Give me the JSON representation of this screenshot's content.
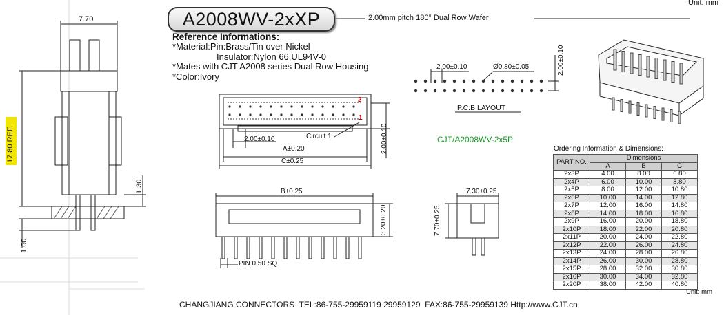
{
  "header": {
    "part_number": "A2008WV-2xXP",
    "subtitle": "2.00mm pitch 180° Dual Row Wafer",
    "unit_top": "Unit: mm"
  },
  "reference": {
    "heading": "Reference Informations:",
    "lines": [
      "*Material:Pin:Brass/Tin over Nickel",
      "Insulator:Nylon 66,UL94V-0",
      "*Mates with CJT A2008 series Dual Row Housing",
      "*Color:Ivory"
    ]
  },
  "dims": {
    "side_width": "7.70",
    "side_height": "17.80 REF.",
    "side_h1": "1.30",
    "side_h2": "1.60",
    "pitch_top": "2.00±0.10",
    "circuit": "Circuit 1",
    "pin2": "2",
    "pin1": "1",
    "dim_a": "A±0.20",
    "dim_c": "C±0.25",
    "dim_h_top": "2.00±0.10",
    "dim_b": "B±0.25",
    "dim_h_front": "3.20±0.20",
    "pin_size": "PIN 0.50 SQ",
    "end_width": "7.30±0.25",
    "end_height": "7.70±0.25",
    "pcb_pitch": "2.00±0.10",
    "pcb_hole": "Ø0.80±0.05",
    "pcb_vpitch": "2.00±0.10",
    "pcb_label": "P.C.B LAYOUT"
  },
  "model_label": "CJT/A2008WV-2x5P",
  "ordering": {
    "title": "Ordering Information & Dimensions:",
    "col_part": "PART NO.",
    "col_dim": "Dimensions",
    "cols": [
      "A",
      "B",
      "C"
    ],
    "rows": [
      [
        "2x3P",
        "4.00",
        "8.00",
        "6.80"
      ],
      [
        "2x4P",
        "6.00",
        "10.00",
        "8.80"
      ],
      [
        "2x5P",
        "8.00",
        "12.00",
        "10.80"
      ],
      [
        "2x6P",
        "10.00",
        "14.00",
        "12.80"
      ],
      [
        "2x7P",
        "12.00",
        "16.00",
        "14.80"
      ],
      [
        "2x8P",
        "14.00",
        "18.00",
        "16.80"
      ],
      [
        "2x9P",
        "16.00",
        "20.00",
        "18.80"
      ],
      [
        "2x10P",
        "18.00",
        "22.00",
        "20.80"
      ],
      [
        "2x11P",
        "20.00",
        "24.00",
        "22.80"
      ],
      [
        "2x12P",
        "22.00",
        "26.00",
        "24.80"
      ],
      [
        "2x13P",
        "24.00",
        "28.00",
        "26.80"
      ],
      [
        "2x14P",
        "26.00",
        "30.00",
        "28.80"
      ],
      [
        "2x15P",
        "28.00",
        "32.00",
        "30.80"
      ],
      [
        "2x16P",
        "30.00",
        "34.00",
        "32.80"
      ],
      [
        "2x20P",
        "38.00",
        "42.00",
        "40.80"
      ]
    ],
    "unit": "Unit: mm"
  },
  "footer": "CHANGJIANG CONNECTORS  TEL:86-755-29959119 29959129  FAX:86-755-29959139 Http://www.CJT.cn",
  "colors": {
    "highlight": "#f2e500",
    "green_label": "#1a9a2a",
    "pin_marker": "#cc0000"
  }
}
